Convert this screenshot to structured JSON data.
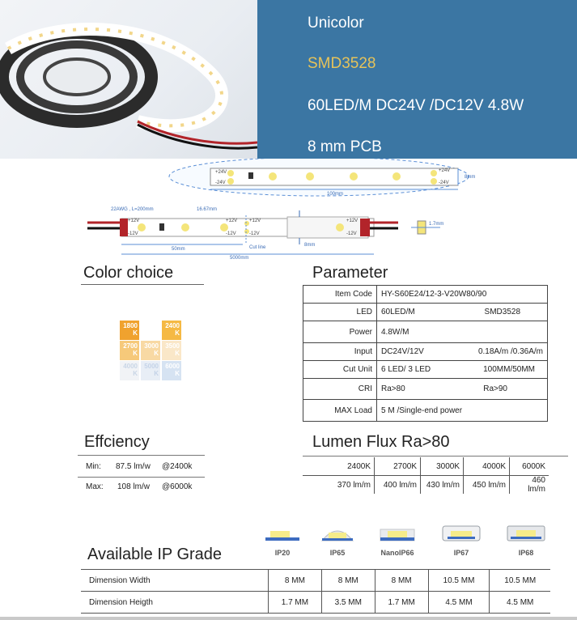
{
  "header": {
    "line1": "Unicolor",
    "line2": "SMD3528",
    "line3": "60LED/M   DC24V /DC12V   4.8W",
    "line4": "8 mm PCB",
    "panel_color": "#3b76a3",
    "accent_color": "#e6c35a"
  },
  "diagram_top": {
    "plus": "+24V",
    "minus": "-24V",
    "width_label": "8mm",
    "length_label": "100mm"
  },
  "diagram_main": {
    "wire_label": "22AWG , L=200mm",
    "pitch_label": "16.67mm",
    "plus": "+12V",
    "minus": "-12V",
    "cut_pitch": "50mm",
    "cut_line": "Cut line",
    "width_label": "8mm",
    "total_length": "5000mm",
    "thickness": "1.7mm"
  },
  "color_choice": {
    "title": "Color choice",
    "swatches": [
      {
        "label": "1800 K",
        "color": "#f0a22e"
      },
      {
        "label": "2400 K",
        "color": "#f5b944"
      },
      {
        "label": "2700 K",
        "color": "#f6c97a"
      },
      {
        "label": "3000 K",
        "color": "#f8d9a4"
      },
      {
        "label": "3500 K",
        "color": "#fae7c8"
      },
      {
        "label": "4000 K",
        "color": "#f1f3f6"
      },
      {
        "label": "5000 K",
        "color": "#e8eef6"
      },
      {
        "label": "6000 K",
        "color": "#d6e3f2"
      }
    ]
  },
  "parameter": {
    "title": "Parameter",
    "rows": [
      {
        "label": "Item Code",
        "value": "HY-S60E24/12-3-V20W80/90",
        "value2": ""
      },
      {
        "label": "LED",
        "value": "60LED/M",
        "value2": "SMD3528"
      },
      {
        "label": "Power",
        "value": "4.8W/M",
        "value2": ""
      },
      {
        "label": "Input",
        "value": "DC24V/12V",
        "value2": "0.18A/m /0.36A/m"
      },
      {
        "label": "Cut Unit",
        "value": "6 LED/ 3 LED",
        "value2": "100MM/50MM"
      },
      {
        "label": "CRI",
        "value": "Ra>80",
        "value2": "Ra>90"
      },
      {
        "label": "MAX Load",
        "value": "5 M /Single-end power",
        "value2": ""
      }
    ]
  },
  "efficiency": {
    "title": "Effciency",
    "min_label": "Min:",
    "min_value": "87.5 lm/w",
    "min_temp": "@2400k",
    "max_label": "Max:",
    "max_value": "108 lm/w",
    "max_temp": "@6000k"
  },
  "lumen": {
    "title": "Lumen Flux   Ra>80",
    "temps": [
      "2400K",
      "2700K",
      "3000K",
      "4000K",
      "6000K"
    ],
    "values": [
      "370 lm/m",
      "400 lm/m",
      "430 lm/m",
      "450 lm/m",
      "460 lm/m"
    ]
  },
  "ip": {
    "title": "Available IP Grade",
    "grades": [
      "IP20",
      "IP65",
      "NanoIP66",
      "IP67",
      "IP68"
    ],
    "rows": [
      {
        "label": "Dimension Width",
        "values": [
          "8 MM",
          "8 MM",
          "8 MM",
          "10.5 MM",
          "10.5 MM"
        ]
      },
      {
        "label": "Dimension Heigth",
        "values": [
          "1.7 MM",
          "3.5 MM",
          "1.7 MM",
          "4.5 MM",
          "4.5 MM"
        ]
      }
    ]
  }
}
